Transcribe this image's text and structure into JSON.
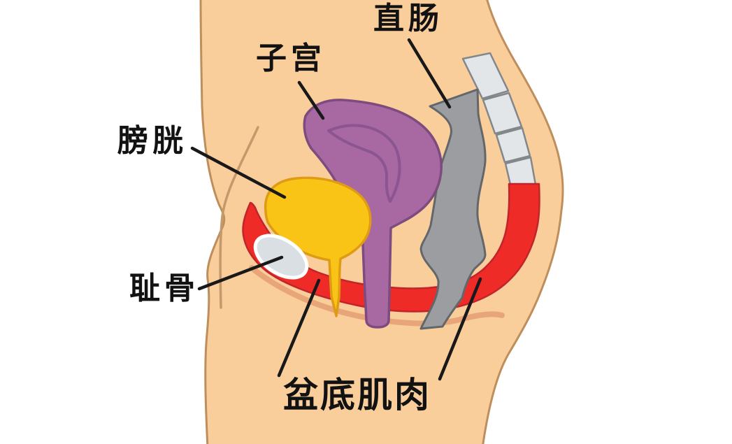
{
  "diagram": {
    "labels": [
      {
        "id": "rectum",
        "text": "直肠"
      },
      {
        "id": "uterus",
        "text": "子宫"
      },
      {
        "id": "bladder",
        "text": "膀胱"
      },
      {
        "id": "pubic-bone",
        "text": "耻骨"
      },
      {
        "id": "pelvic-floor-muscles",
        "text": "盆底肌肉"
      }
    ]
  },
  "colors": {
    "background": "#ffffff",
    "skin": "#F9CE9B",
    "skin_outline": "#BE8E5C",
    "crease_thin": "#C49A6C",
    "crease_fold": "#E8A678",
    "muscle_red": "#EE2B26",
    "muscle_red_outline": "#C2242C",
    "bladder_yellow": "#F9C415",
    "bladder_outline": "#DE9B13",
    "uterus_purple": "#A868A2",
    "uterus_outline": "#7E4B7E",
    "uterus_cavity_line": "#8A5590",
    "rectum_gray": "#9B9DA0",
    "rectum_outline": "#63676A",
    "spine_gray": "#E3E6E9",
    "spine_outline": "#82878B",
    "pubic_fill": "#DADFE3",
    "pubic_outline": "#FFFFFF",
    "label_color": "#121212",
    "pointer_color": "#191919"
  }
}
